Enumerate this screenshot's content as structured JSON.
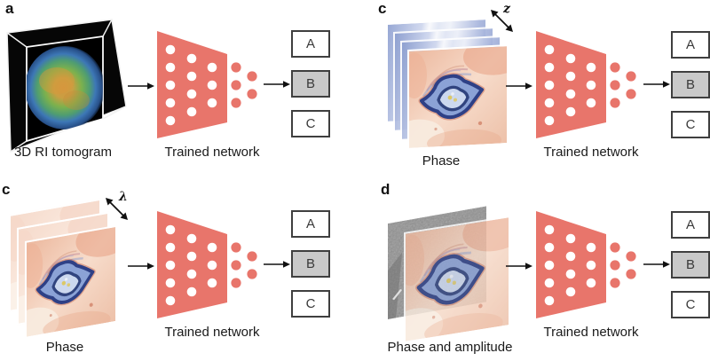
{
  "figure": {
    "panels": [
      {
        "label": "a",
        "input_type": "3d-ri-tomogram",
        "input_caption": "3D RI tomogram",
        "network_caption": "Trained network",
        "outputs": [
          "A",
          "B",
          "C"
        ],
        "selected_output": "B"
      },
      {
        "label": "c",
        "axis": "z",
        "input_type": "phase-image-stack",
        "input_caption": "Phase",
        "network_caption": "Trained network",
        "outputs": [
          "A",
          "B",
          "C"
        ],
        "selected_output": "B"
      },
      {
        "label": "c",
        "axis": "λ",
        "input_type": "phase-image-stack",
        "input_caption": "Phase",
        "network_caption": "Trained network",
        "outputs": [
          "A",
          "B",
          "C"
        ],
        "selected_output": "B"
      },
      {
        "label": "d",
        "input_type": "phase-and-amplitude-stack",
        "input_caption": "Phase and amplitude",
        "network_caption": "Trained network",
        "outputs": [
          "A",
          "B",
          "C"
        ],
        "selected_output": "B"
      }
    ],
    "colors": {
      "network": "#e8756b",
      "selected_box_fill": "#c9c9c9",
      "box_border": "#3f3f3f",
      "arrow": "#111111"
    }
  }
}
